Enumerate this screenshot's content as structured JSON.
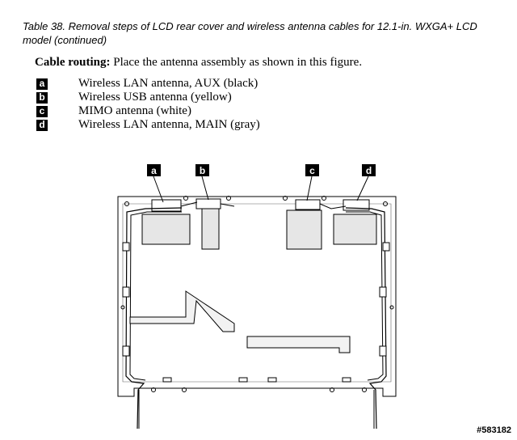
{
  "caption": "Table 38. Removal steps of LCD rear cover and wireless antenna cables for 12.1-in. WXGA+ LCD model  (continued)",
  "routing": {
    "label": "Cable routing:",
    "text": "Place the antenna assembly as shown in this figure."
  },
  "legend": [
    {
      "key": "a",
      "text": "Wireless LAN antenna, AUX (black)"
    },
    {
      "key": "b",
      "text": "Wireless USB antenna (yellow)"
    },
    {
      "key": "c",
      "text": "MIMO antenna (white)"
    },
    {
      "key": "d",
      "text": "Wireless LAN antenna, MAIN (gray)"
    }
  ],
  "figure": {
    "callouts": [
      "a",
      "b",
      "c",
      "d"
    ],
    "id": "#583182"
  }
}
